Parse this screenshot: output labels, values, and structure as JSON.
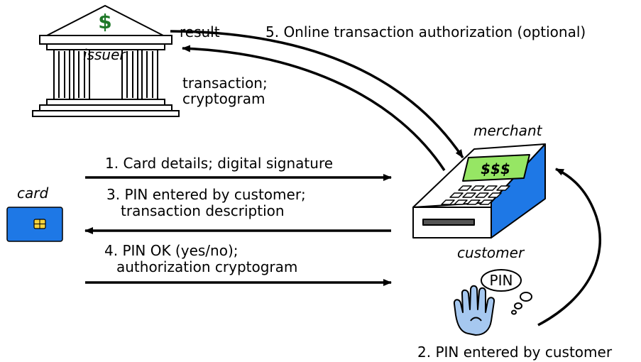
{
  "labels": {
    "issuer": "issuer",
    "result": "result",
    "step5": "5. Online transaction authorization (optional)",
    "transaction": "transaction;",
    "cryptogram": "cryptogram",
    "merchant": "merchant",
    "card": "card",
    "customer": "customer",
    "step1": "1. Card details; digital signature",
    "step3_line1": "3. PIN entered by customer;",
    "step3_line2": "transaction description",
    "step4_line1": "4. PIN OK (yes/no);",
    "step4_line2": "authorization cryptogram",
    "step2": "2. PIN entered by customer",
    "pin_bubble": "PIN",
    "bank_sign": "$",
    "terminal_display": "$$$"
  },
  "colors": {
    "card_blue": "#1E78E6",
    "chip_gold": "#F5D23C",
    "terminal_blue": "#1E78E6",
    "screen_green": "#96E664",
    "bank_dollar_green": "#1E7828",
    "hand_blue": "#A6C8F0"
  },
  "icons": [
    "bank-building-icon",
    "payment-terminal-icon",
    "bank-card-icon",
    "hand-icon",
    "thought-bubble-icon"
  ]
}
